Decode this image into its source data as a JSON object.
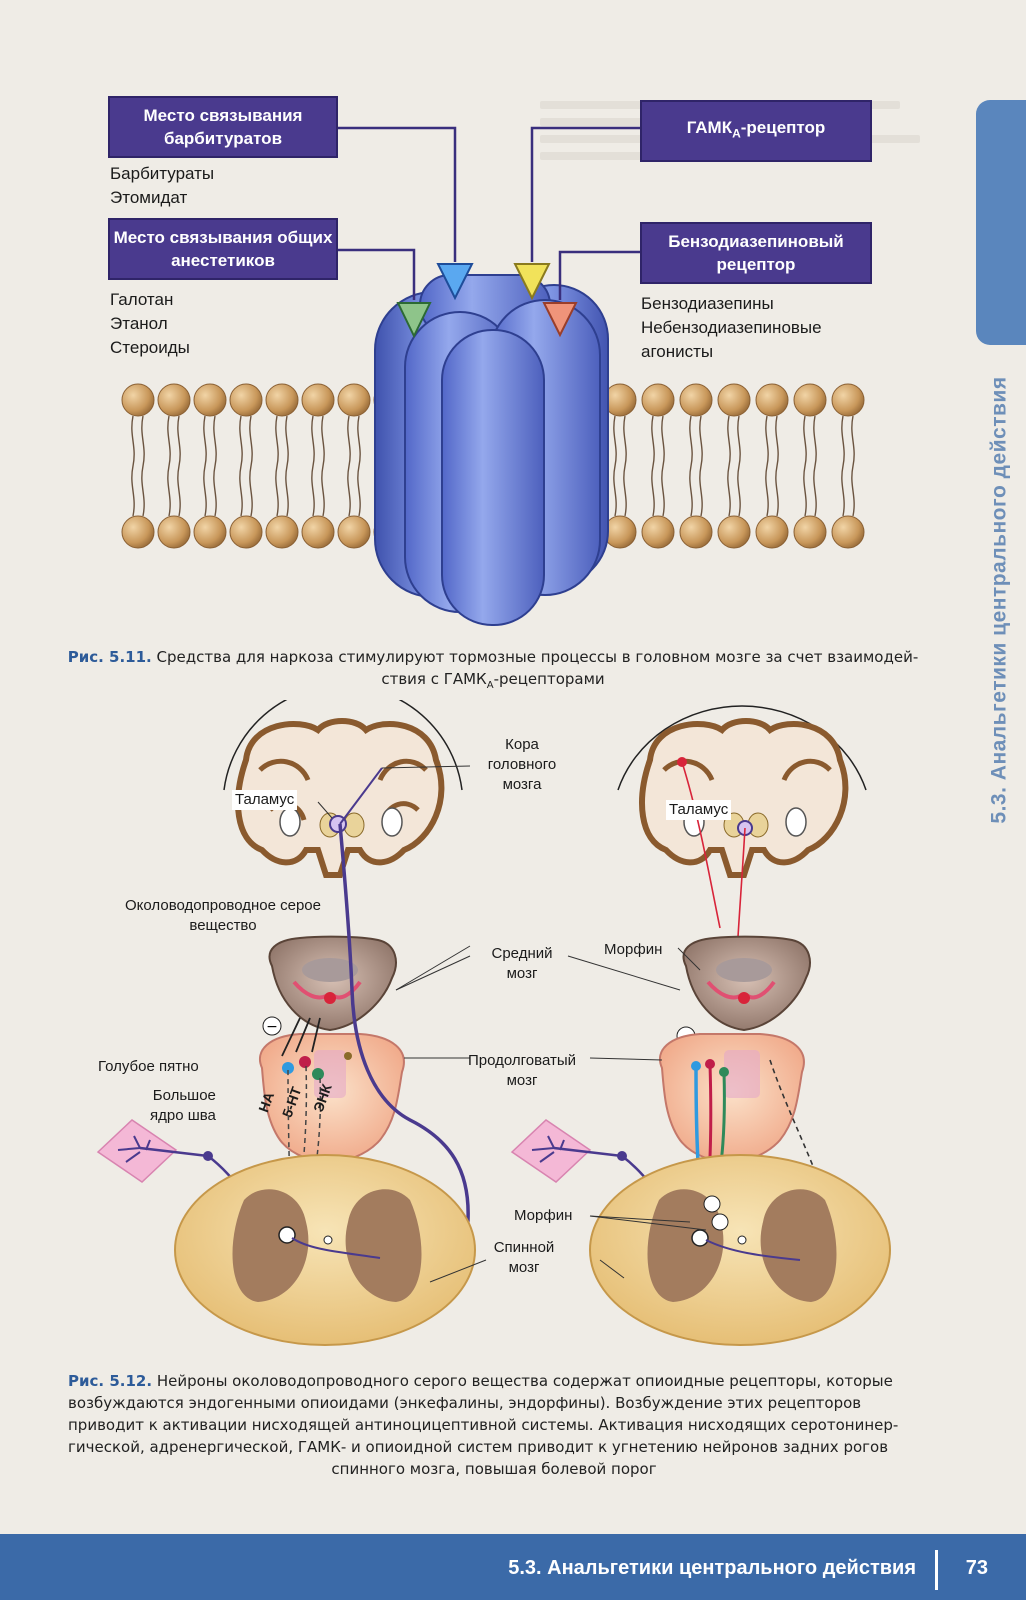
{
  "side_tab": {
    "label": "5.3. Анальгетики центрального действия"
  },
  "fig511": {
    "box_barbiturate": "Место связывания барбитуратов",
    "list_barbiturate": [
      "Барбитураты",
      "Этомидат"
    ],
    "box_anesthetic": "Место связывания общих анестетиков",
    "list_anesthetic": [
      "Галотан",
      "Этанол",
      "Стероиды"
    ],
    "box_gaba_prefix": "ГАМК",
    "box_gaba_sub": "A",
    "box_gaba_suffix": "-рецептор",
    "box_benzo": "Бензодиазепиновый рецептор",
    "list_benzo": [
      "Бензодиазепины",
      "Небензодиазепиновые",
      "агонисты"
    ],
    "caption_num": "Рис. 5.11.",
    "caption_text_1": "Средства для наркоза стимулируют тормозные процессы в головном мозге за счет взаимодей-",
    "caption_text_2a": "ствия с ГАМК",
    "caption_text_2sub": "А",
    "caption_text_2b": "-рецепторами"
  },
  "fig512": {
    "left": {
      "thalamus": "Таламус",
      "pag": "Околоводопроводное серое вещество",
      "locus": "Голубое пятно",
      "raphe_1": "Большое",
      "raphe_2": "ядро шва",
      "na": "НА",
      "ht": "5-НТ",
      "enk": "ЭНК"
    },
    "center": {
      "cortex_1": "Кора",
      "cortex_2": "головного",
      "cortex_3": "мозга",
      "midbrain_1": "Средний",
      "midbrain_2": "мозг",
      "medulla_1": "Продолговатый",
      "medulla_2": "мозг",
      "spinal_1": "Спинной",
      "spinal_2": "мозг",
      "morphine": "Морфин"
    },
    "right": {
      "thalamus": "Таламус",
      "morphine": "Морфин"
    },
    "caption_num": "Рис. 5.12.",
    "caption_lines": [
      "Нейроны околоводопроводного серого вещества содержат опиоидные рецепторы, которые",
      "возбуждаются эндогенными опиоидами (энкефалины, эндорфины). Возбуждение этих рецепторов",
      "приводит к активации нисходящей антиноцицептивной системы. Активация нисходящих серотонинер-",
      "гической, адренергической, ГАМК- и опиоидной систем приводит к угнетению нейронов задних рогов",
      "спинного мозга, повышая болевой порог"
    ]
  },
  "footer": {
    "title": "5.3. Анальгетики центрального действия",
    "page": "73"
  },
  "colors": {
    "accent": "#3b6aa8",
    "box": "#4a3a8e",
    "receptor": "#6f86d8",
    "lipid": "#c89a5e"
  }
}
